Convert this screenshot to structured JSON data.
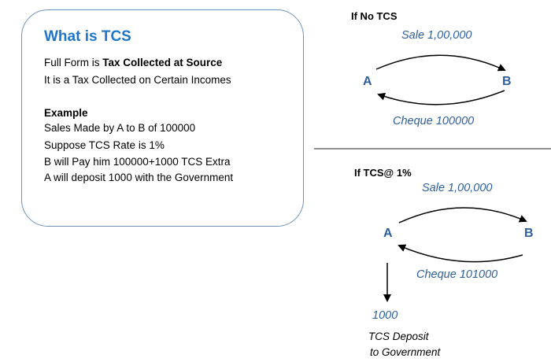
{
  "card": {
    "title": "What is TCS",
    "full_form_prefix": "Full Form is ",
    "full_form_value": "Tax Collected at Source",
    "definition": "It is a Tax Collected on Certain Incomes",
    "example_heading": "Example",
    "example_lines": [
      "Sales Made by A to B of 100000",
      "Suppose TCS Rate is 1%",
      "B will Pay him 100000+1000 TCS Extra",
      "A will deposit 1000 with the Government"
    ]
  },
  "no_tcs": {
    "heading": "If No TCS",
    "sale_label": "Sale 1,00,000",
    "node_a": "A",
    "node_b": "B",
    "cheque_label": "Cheque 100000"
  },
  "with_tcs": {
    "heading": "If TCS@ 1%",
    "sale_label": "Sale 1,00,000",
    "node_a": "A",
    "node_b": "B",
    "cheque_label": "Cheque 101000",
    "deposit_amount": "1000",
    "deposit_label_line1": "TCS Deposit",
    "deposit_label_line2": "to Government"
  },
  "colors": {
    "title": "#1f75c8",
    "node": "#2e5f9e",
    "card_border": "#6f93b8"
  }
}
